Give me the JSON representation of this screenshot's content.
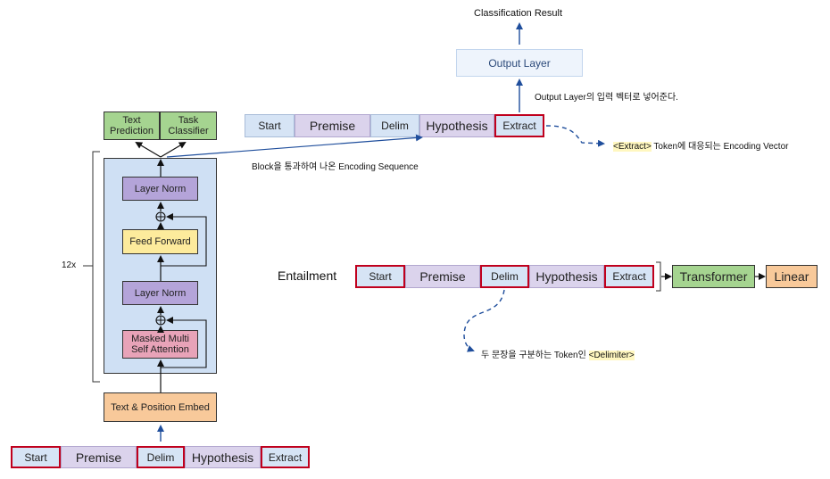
{
  "top": {
    "result_label": "Classification Result",
    "output_layer": "Output Layer",
    "output_note": "Output Layer의 입력 벡터로 넣어준다.",
    "extract_note_highlight": "<Extract>",
    "extract_note_rest": " Token에 대응되는 Encoding Vector",
    "block_note": "Block을 통과하여 나온 Encoding Sequence",
    "tokens": [
      "Start",
      "Premise",
      "Delim",
      "Hypothesis",
      "Extract"
    ]
  },
  "heads": {
    "text_prediction": "Text Prediction",
    "task_classifier": "Task Classifier"
  },
  "block": {
    "repeat": "12x",
    "layer_norm_top": "Layer Norm",
    "feed_forward": "Feed Forward",
    "layer_norm_bottom": "Layer Norm",
    "attention": "Masked Multi Self Attention",
    "embed": "Text & Position Embed"
  },
  "bottom_tokens": [
    "Start",
    "Premise",
    "Delim",
    "Hypothesis",
    "Extract"
  ],
  "entailment": {
    "label": "Entailment",
    "tokens": [
      "Start",
      "Premise",
      "Delim",
      "Hypothesis",
      "Extract"
    ],
    "transformer": "Transformer",
    "linear": "Linear",
    "delim_note_text": "두 문장을 구분하는 Token인 ",
    "delim_note_highlight": "<Delimiter>"
  },
  "colors": {
    "token_blue": "#d6e4f5",
    "token_purple": "#dbd3ec",
    "highlight_red": "#c0001d",
    "block_bg": "#cfe0f4",
    "layer_norm": "#b4a4d9",
    "feed_forward": "#fdeb9c",
    "attention": "#e8a3b8",
    "embed": "#f8c99a",
    "head_green": "#a5d490",
    "linear": "#f8c99a",
    "arrow_blue": "#1f4e9c"
  }
}
